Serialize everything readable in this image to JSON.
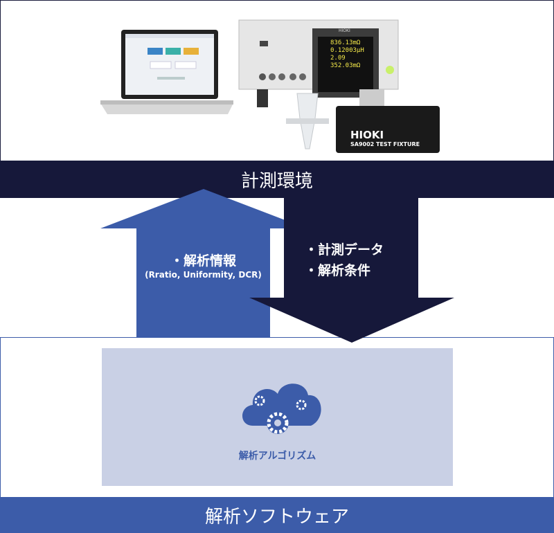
{
  "top": {
    "label": "計測環境",
    "instrument": {
      "brand": "HIOKI",
      "readings": [
        "836.13mΩ",
        "0.12003μH",
        "2.09",
        "352.03mΩ"
      ]
    },
    "fixture": {
      "brand": "HIOKI",
      "model": "SA9002 TEST FIXTURE"
    }
  },
  "up_arrow": {
    "title": "・解析情報",
    "subtitle": "(Rratio, Uniformity, DCR)"
  },
  "down_arrow": {
    "items": [
      "・計測データ",
      "・解析条件"
    ]
  },
  "bottom": {
    "label": "解析ソフトウェア",
    "algorithm_label": "解析アルゴリズム"
  },
  "colors": {
    "navy": "#16183a",
    "blue": "#3c5ca9",
    "light": "#c9d0e5"
  }
}
